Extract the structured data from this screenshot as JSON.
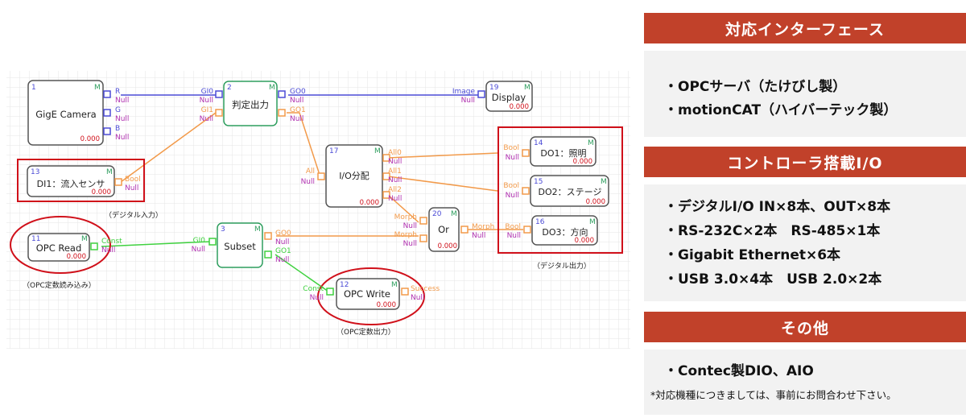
{
  "diagram": {
    "nodes": [
      {
        "id": "1",
        "label": "GigE Camera",
        "value": "0.000",
        "m": "M"
      },
      {
        "id": "2",
        "label": "判定出力",
        "m": "M"
      },
      {
        "id": "19",
        "label": "Display",
        "value": "0.000",
        "m": "M"
      },
      {
        "id": "13",
        "label": "DI1：流入センサ",
        "value": "0.000",
        "m": "M"
      },
      {
        "id": "17",
        "label": "I/O分配",
        "value": "0.000",
        "m": "M"
      },
      {
        "id": "14",
        "label": "DO1：照明",
        "value": "0.000",
        "m": "M"
      },
      {
        "id": "15",
        "label": "DO2：ステージ",
        "value": "0.000",
        "m": "M"
      },
      {
        "id": "20",
        "label": "Or",
        "value": "0.000",
        "m": "M"
      },
      {
        "id": "16",
        "label": "DO3：方向",
        "value": "0.000",
        "m": "M"
      },
      {
        "id": "11",
        "label": "OPC Read",
        "value": "0.000",
        "m": "M"
      },
      {
        "id": "3",
        "label": "Subset",
        "m": "M"
      },
      {
        "id": "12",
        "label": "OPC Write",
        "value": "0.000",
        "m": "M"
      }
    ],
    "ports": {
      "r": "R",
      "g": "G",
      "b": "B",
      "null": "Null",
      "gi0": "GI0",
      "gi1": "GI1",
      "go0": "GO0",
      "go1": "GO1",
      "image": "Image",
      "bool": "Bool",
      "all": "All",
      "all0": "All0",
      "all1": "All1",
      "all2": "All2",
      "morph": "Morph",
      "const": "Const",
      "success": "Success"
    },
    "captions": {
      "digital_in": "（デジタル入力）",
      "digital_out": "（デジタル出力）",
      "opc_read": "（OPC定数読み込み）",
      "opc_write": "（OPC定数出力）"
    }
  },
  "panel": {
    "sections": [
      {
        "title": "対応インターフェース",
        "items": [
          "・OPCサーバ（たけびし製）",
          "・motionCAT（ハイバーテック製）"
        ]
      },
      {
        "title": "コントローラ搭載I/O",
        "items": [
          "・デジタルI/O IN×8本、OUT×8本",
          "・RS-232C×2本　RS-485×1本",
          "・Gigabit Ethernet×6本",
          "・USB 3.0×4本　USB 2.0×2本"
        ]
      },
      {
        "title": "その他",
        "items": [
          "・Contec製DIO、AIO"
        ]
      }
    ],
    "footnote": "*対応機種につきましては、事前にお問合わせ下さい。"
  },
  "colors": {
    "blue": "#4b4bd6",
    "orange": "#f29a4a",
    "green": "#3fd13f",
    "red": "#d0101a",
    "accent": "#c1412a",
    "node_green": "#2e9e5e"
  }
}
